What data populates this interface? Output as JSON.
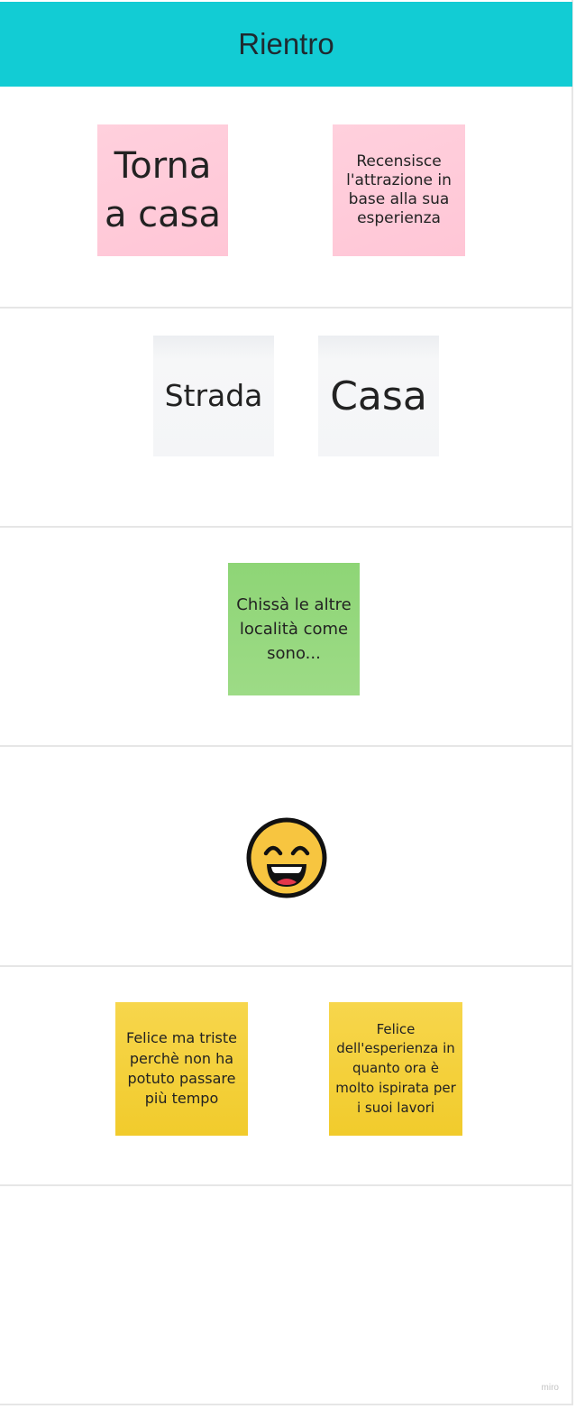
{
  "header": {
    "title": "Rientro"
  },
  "notes": {
    "torna": "Torna a casa",
    "recensisce": "Recensisce l'attrazione in base alla sua esperienza",
    "strada": "Strada",
    "casa": "Casa",
    "chissa": "Chissà le altre località come sono...",
    "felice_triste": "Felice ma triste perchè non ha potuto passare più tempo",
    "felice_esperienza": "Felice dell'esperienza in quanto ora è molto ispirata per i suoi lavori"
  },
  "emoji": {
    "icon": "grinning-face-icon",
    "color": "#f7c540"
  },
  "colors": {
    "header": "#12ccd4",
    "pink": "#ffc6d6",
    "white": "#f4f5f7",
    "green": "#97d87f",
    "yellow": "#f3ce35"
  },
  "watermark": "miro"
}
